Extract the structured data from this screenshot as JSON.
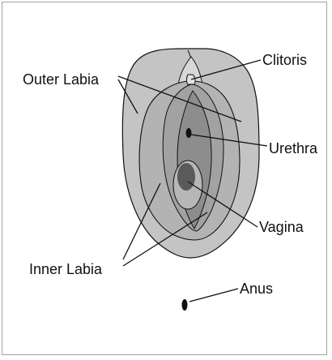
{
  "labels": {
    "clitoris": "Clitoris",
    "outer_labia": "Outer Labia",
    "urethra": "Urethra",
    "vagina": "Vagina",
    "inner_labia": "Inner Labia",
    "anus": "Anus"
  },
  "colors": {
    "outer": "#c4c4c4",
    "inner_mid": "#a9a9a9",
    "inner_core": "#8d8d8d",
    "vaginal_outer": "#b7b7b7",
    "vaginal_inner": "#5a5a5a",
    "stroke": "#111111"
  }
}
